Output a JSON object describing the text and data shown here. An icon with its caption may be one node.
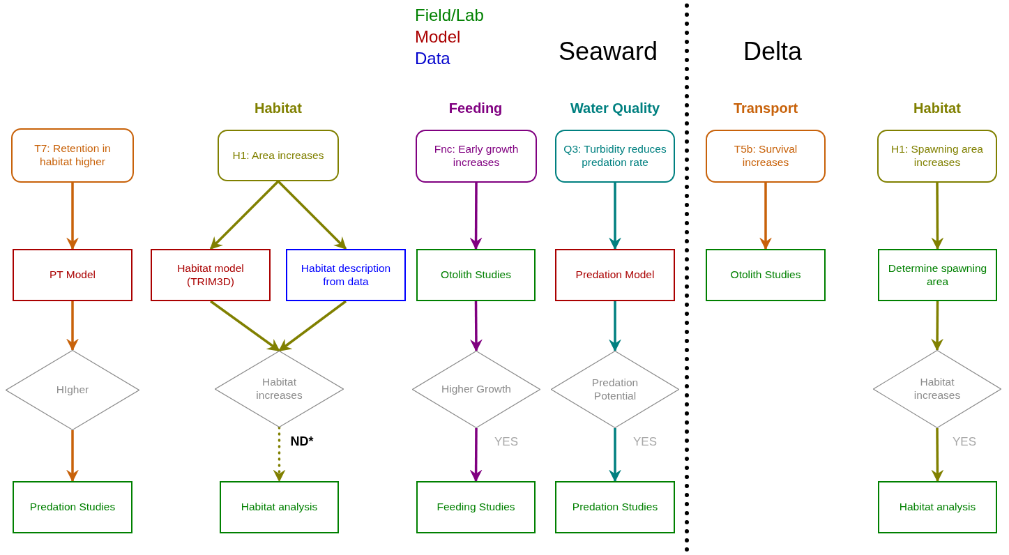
{
  "diagram": {
    "nodes": [
      {
        "text": [
          "T7: Retention in habitat higher"
        ]
      },
      {
        "text": [
          "H1: Area increases"
        ]
      },
      {
        "text": [
          "Fnc: Early growth increases"
        ]
      },
      {
        "text": [
          "Q3: Turbidity reduces predation rate"
        ]
      },
      {
        "text": [
          "T5b: Survival increases"
        ]
      },
      {
        "text": [
          "H1: Spawning area increases"
        ]
      },
      {
        "text": [
          "PT Model"
        ]
      },
      {
        "text": [
          "Habitat model (TRIM3D)"
        ]
      },
      {
        "text": [
          "Habitat description from data"
        ]
      },
      {
        "text": [
          "Otolith Studies"
        ]
      },
      {
        "text": [
          "Predation Model"
        ]
      },
      {
        "text": [
          "Otolith Studies"
        ]
      },
      {
        "text": [
          "Determine spawning area"
        ]
      },
      {
        "text": [
          "HIgher"
        ]
      },
      {
        "text": [
          "Habitat increases"
        ]
      },
      {
        "text": [
          "Higher Growth"
        ]
      },
      {
        "text": [
          "Predation Potential"
        ]
      },
      {
        "text": [
          "Habitat increases"
        ]
      },
      {
        "text": [
          "Predation Studies"
        ]
      },
      {
        "text": [
          "Habitat analysis"
        ]
      },
      {
        "text": [
          "Feeding Studies"
        ]
      },
      {
        "text": [
          "Predation Studies"
        ]
      },
      {
        "text": [
          "Habitat analysis"
        ]
      }
    ],
    "edges": [
      {
        "from": 0,
        "to": 6,
        "arrow": "to",
        "color": "#c8620a"
      },
      {
        "from": 6,
        "to": 13,
        "arrow": "to",
        "color": "#c8620a"
      },
      {
        "from": 13,
        "to": 18,
        "arrow": "to",
        "color": "#c8620a"
      },
      {
        "from": 1,
        "to": 7,
        "arrow": "to",
        "color": "#808000"
      },
      {
        "from": 1,
        "to": 8,
        "arrow": "to",
        "color": "#808000"
      },
      {
        "from": 7,
        "to": 14,
        "arrow": "to",
        "color": "#808000"
      },
      {
        "from": 8,
        "to": 14,
        "arrow": "to",
        "color": "#808000"
      },
      {
        "from": 14,
        "to": 19,
        "arrow": "to",
        "label": "ND*",
        "style": "dashed",
        "color": "#808000"
      },
      {
        "from": 2,
        "to": 9,
        "arrow": "to",
        "color": "#800080"
      },
      {
        "from": 9,
        "to": 15,
        "arrow": "to",
        "color": "#800080"
      },
      {
        "from": 15,
        "to": 20,
        "arrow": "to",
        "label": "YES",
        "color": "#800080"
      },
      {
        "from": 3,
        "to": 10,
        "arrow": "to",
        "color": "#008080"
      },
      {
        "from": 10,
        "to": 16,
        "arrow": "to",
        "color": "#008080"
      },
      {
        "from": 16,
        "to": 21,
        "arrow": "to",
        "label": "YES",
        "color": "#008080"
      },
      {
        "from": 4,
        "to": 11,
        "arrow": "to",
        "color": "#c8620a"
      },
      {
        "from": 5,
        "to": 12,
        "arrow": "to",
        "color": "#808000"
      },
      {
        "from": 12,
        "to": 17,
        "arrow": "to",
        "color": "#808000"
      },
      {
        "from": 17,
        "to": 22,
        "arrow": "to",
        "label": "YES",
        "color": "#808000"
      }
    ],
    "labels": [
      "Seaward",
      "Delta",
      "Habitat",
      "Feeding",
      "Water Quality",
      "Transport",
      "Habitat"
    ],
    "legend": [
      {
        "text": "Field/Lab",
        "color": "#008000"
      },
      {
        "text": "Model",
        "color": "#aa0000"
      },
      {
        "text": "Data",
        "color": "#0000cc"
      }
    ]
  }
}
